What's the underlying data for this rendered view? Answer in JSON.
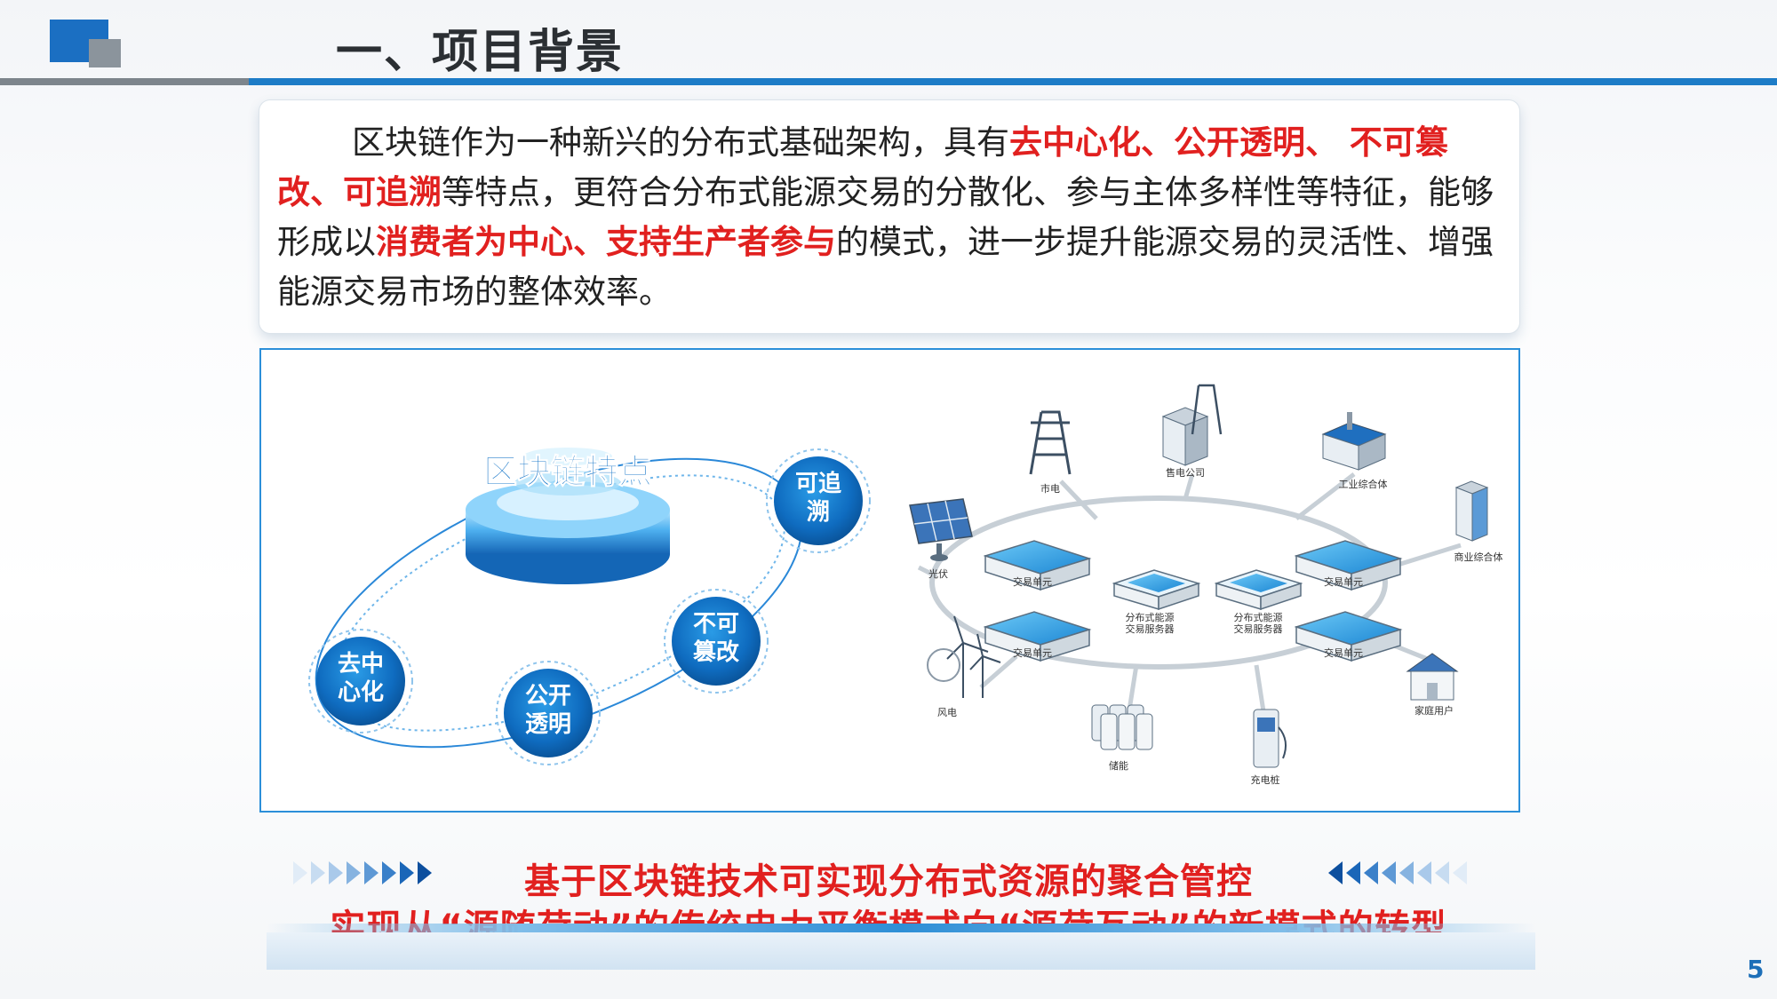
{
  "header": {
    "title": "一、项目背景"
  },
  "intro": {
    "seg1": "区块链作为一种新兴的分布式基础架构，具有",
    "hl1": "去中心化、公开透明、 不可篡改、可追溯",
    "seg2": "等特点，更符合分布式能源交易的分散化、参与主体多样性等特征，能够形成以",
    "hl2": "消费者为中心、支持生产者参与",
    "seg3": "的模式，进一步提升能源交易的灵活性、增强能源交易市场的整体效率。"
  },
  "features": {
    "title": "区块链特点",
    "items": [
      "去中心化",
      "公开透明",
      "不可篡改",
      "可追溯"
    ],
    "lines": [
      [
        "去中",
        "心化"
      ],
      [
        "公开",
        "透明"
      ],
      [
        "不可",
        "篡改"
      ],
      [
        "可追",
        "溯"
      ]
    ]
  },
  "network": {
    "server_label_1": "分布式能源交易服务器",
    "server_label_2": "分布式能源交易服务器",
    "server_lines": [
      "分布式能源",
      "交易服务器"
    ],
    "unit_label": "交易单元",
    "nodes": {
      "grid": "市电",
      "retail": "售电公司",
      "industrial": "工业综合体",
      "commercial": "商业综合体",
      "pv": "光伏",
      "wind": "风电",
      "storage": "储能",
      "charger": "充电桩",
      "household": "家庭用户"
    }
  },
  "conclusion": {
    "line1": "基于区块链技术可实现分布式资源的聚合管控",
    "line2": "实现从“源随荷动”的传统电力平衡模式向“源荷互动”的新模式的转型"
  },
  "page_number": "5",
  "colors": {
    "accent": "#1d7cc7",
    "highlight": "#e1201f",
    "title": "#2b2f33"
  }
}
